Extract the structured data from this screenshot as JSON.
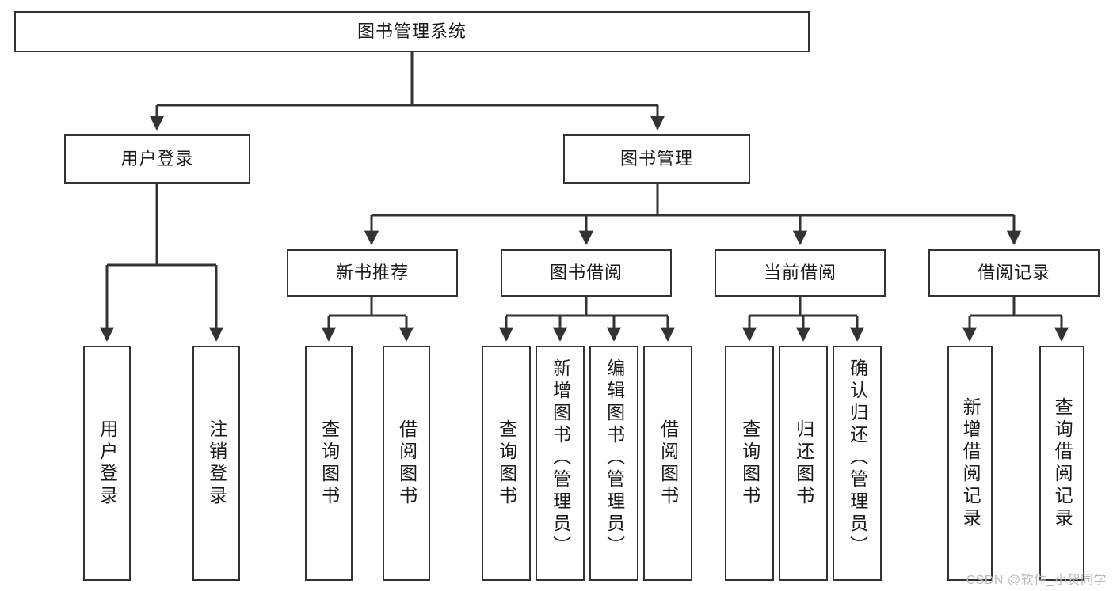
{
  "diagram": {
    "title": "图书管理系统",
    "type": "tree-structure-chart",
    "colors": {
      "node_border": "#333333",
      "node_fill": "#ffffff",
      "connector": "#333333",
      "text": "#1a1a1a",
      "watermark": "#b9b9b9"
    },
    "root": {
      "label": "图书管理系统"
    },
    "level2": [
      {
        "label": "用户登录"
      },
      {
        "label": "图书管理"
      }
    ],
    "level3": [
      {
        "label": "新书推荐"
      },
      {
        "label": "图书借阅"
      },
      {
        "label": "当前借阅"
      },
      {
        "label": "借阅记录"
      }
    ],
    "leaves": {
      "user_login": [
        {
          "label": "用户登录"
        },
        {
          "label": "注销登录"
        }
      ],
      "new_book_recommend": [
        {
          "label": "查询图书"
        },
        {
          "label": "借阅图书"
        }
      ],
      "book_borrow": [
        {
          "label": "查询图书"
        },
        {
          "label": "新增图书（管理员）"
        },
        {
          "label": "编辑图书（管理员）"
        },
        {
          "label": "借阅图书"
        }
      ],
      "current_borrow": [
        {
          "label": "查询图书"
        },
        {
          "label": "归还图书"
        },
        {
          "label": "确认归还（管理员）"
        }
      ],
      "borrow_record": [
        {
          "label": "新增借阅记录"
        },
        {
          "label": "查询借阅记录"
        }
      ]
    }
  },
  "watermark": {
    "text": "CSDN @软件_小贺同学"
  }
}
